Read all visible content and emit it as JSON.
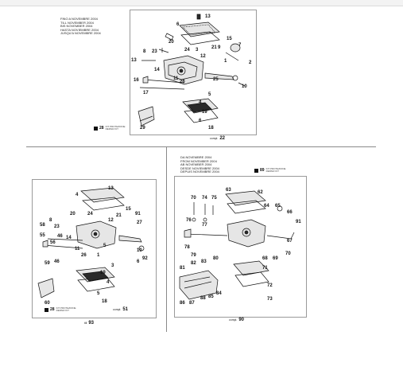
{
  "top_panel": {
    "notes": [
      "FINO A NOVEMBRE 2004",
      "TILL NOVEMBER 2004",
      "BIS NOVEMBER 2004",
      "HASTA NOVIEMBRE 2004",
      "JUSQU'A NOVEMBRE 2004"
    ],
    "legend": {
      "number": "28",
      "note": "KIT PROTEZIONE\nREPAIR KIT"
    },
    "figure": {
      "prefix": "compl.",
      "number": "22"
    },
    "callouts": [
      "13",
      "6",
      "20",
      "15",
      "7",
      "8",
      "23",
      "24",
      "3",
      "12",
      "21",
      "9",
      "2",
      "1",
      "13",
      "14",
      "10",
      "16",
      "11",
      "26",
      "25",
      "17",
      "5",
      "4",
      "19",
      "6",
      "18",
      "29"
    ]
  },
  "bottom_left_panel": {
    "legend": {
      "number": "28",
      "note": "KIT PROTEZIONE\nREPAIR KIT"
    },
    "figure": {
      "prefix": "compl.",
      "number": "51"
    },
    "outer_figure": {
      "prefix": "till",
      "number": "93"
    },
    "callouts": [
      "4",
      "13",
      "20",
      "15",
      "91",
      "8",
      "24",
      "12",
      "27",
      "23",
      "21",
      "58",
      "55",
      "56",
      "46",
      "14",
      "11",
      "5",
      "10",
      "26",
      "1",
      "92",
      "59",
      "46",
      "3",
      "6",
      "19",
      "4",
      "5",
      "18",
      "60"
    ]
  },
  "bottom_right_panel": {
    "notes": [
      "DA NOVEMBRE 2004",
      "FROM NOVEMBER 2004",
      "AB NOVEMBER 2004",
      "DESDE NOVIEMBRE 2004",
      "DEPUIS NOVEMBRE 2004"
    ],
    "legend": {
      "number": "89",
      "note": "KIT PROTEZIONE\nREPAIR KIT"
    },
    "figure": {
      "prefix": "compl.",
      "number": "90"
    },
    "callouts": [
      "63",
      "62",
      "70",
      "74",
      "75",
      "64",
      "65",
      "66",
      "76",
      "91",
      "77",
      "67",
      "78",
      "68",
      "69",
      "70",
      "79",
      "80",
      "71",
      "81",
      "82",
      "83",
      "72",
      "85",
      "84",
      "73",
      "86",
      "87",
      "88"
    ]
  },
  "colors": {
    "line": "#111111",
    "frame": "#9a9a9a",
    "fill": "#e6e6e6",
    "dark": "#2a2a2a"
  }
}
